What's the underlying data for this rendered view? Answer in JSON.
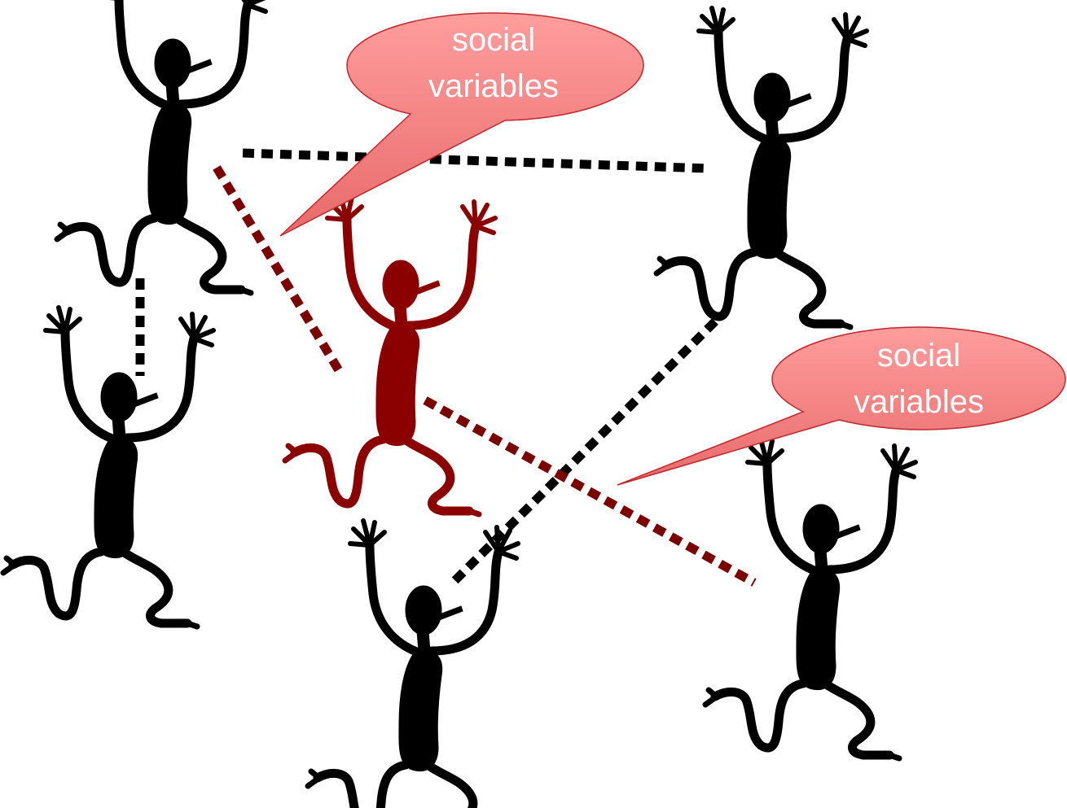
{
  "callouts": [
    {
      "line1": "social",
      "line2": "variables"
    },
    {
      "line1": "social",
      "line2": "variables"
    }
  ],
  "colors": {
    "person_default": "#000000",
    "person_highlight": "#8b0000",
    "link_default": "#000000",
    "link_highlight": "#7a0000",
    "bubble_fill_top": "#ff9d9d",
    "bubble_fill_bottom": "#e15a5a",
    "bubble_stroke": "#c0282d",
    "bubble_text": "#ffffff"
  },
  "people": [
    {
      "id": "top-left",
      "highlight": false
    },
    {
      "id": "top-right",
      "highlight": false
    },
    {
      "id": "middle-left",
      "highlight": false
    },
    {
      "id": "center",
      "highlight": true
    },
    {
      "id": "bottom-center",
      "highlight": false
    },
    {
      "id": "bottom-right",
      "highlight": false
    }
  ],
  "links": [
    {
      "from": "top-left",
      "to": "top-right",
      "highlight": false
    },
    {
      "from": "top-left",
      "to": "middle-left",
      "highlight": false
    },
    {
      "from": "top-left",
      "to": "center",
      "highlight": true
    },
    {
      "from": "top-right",
      "to": "bottom-center",
      "highlight": false
    },
    {
      "from": "center",
      "to": "bottom-right",
      "highlight": true
    }
  ]
}
